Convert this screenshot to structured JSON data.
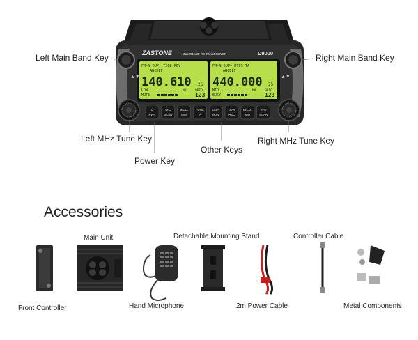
{
  "radio": {
    "brand": "ZASTONE",
    "subtitle": "MULTIBAND FM TRANSCEIVER",
    "model": "D9000",
    "left_display": {
      "top": "FM-N DUP- TSQL REV",
      "name": "ABCDEF",
      "freq": "140.610",
      "freq_sub": "25",
      "low": "LOW",
      "mute": "MUTE",
      "mk": "MK",
      "prio": "PRIO",
      "channel": "123"
    },
    "right_display": {
      "top": "FM-N DUP+ DTCS TA",
      "name": "ABCDEF",
      "freq": "440.000",
      "freq_sub": "25",
      "mid": "MID",
      "busy": "BUSY",
      "mk": "MK",
      "prio": "PRIO",
      "channel": "123"
    },
    "keys": [
      {
        "top": "⏻",
        "bottom": "PWR"
      },
      {
        "top": "VFO",
        "bottom": "SCAN"
      },
      {
        "top": "M/CLL",
        "bottom": "MW"
      },
      {
        "top": "FUNC",
        "bottom": "•/•"
      },
      {
        "top": "DUP",
        "bottom": "MONI"
      },
      {
        "top": "LOW",
        "bottom": "PRIO"
      },
      {
        "top": "M/CLL",
        "bottom": "MW"
      },
      {
        "top": "VFO",
        "bottom": "SCAN"
      }
    ]
  },
  "callouts": {
    "left_main_band_key": "Left Main Band Key",
    "right_main_band_key": "Right Main Band Key",
    "left_mhz_tune_key": "Left MHz Tune Key",
    "right_mhz_tune_key": "Right MHz Tune Key",
    "power_key": "Power Key",
    "other_keys": "Other Keys"
  },
  "accessories": {
    "title": "Accessories",
    "items": {
      "front_controller": "Front Controller",
      "main_unit": "Main Unit",
      "hand_microphone": "Hand Microphone",
      "mounting_stand": "Detachable Mounting Stand",
      "power_cable": "2m Power Cable",
      "controller_cable": "Controller Cable",
      "metal_components": "Metal Components"
    }
  },
  "colors": {
    "lcd": "#b7df4c",
    "body": "#2a2a2a",
    "power_cable_red": "#c8201c"
  }
}
